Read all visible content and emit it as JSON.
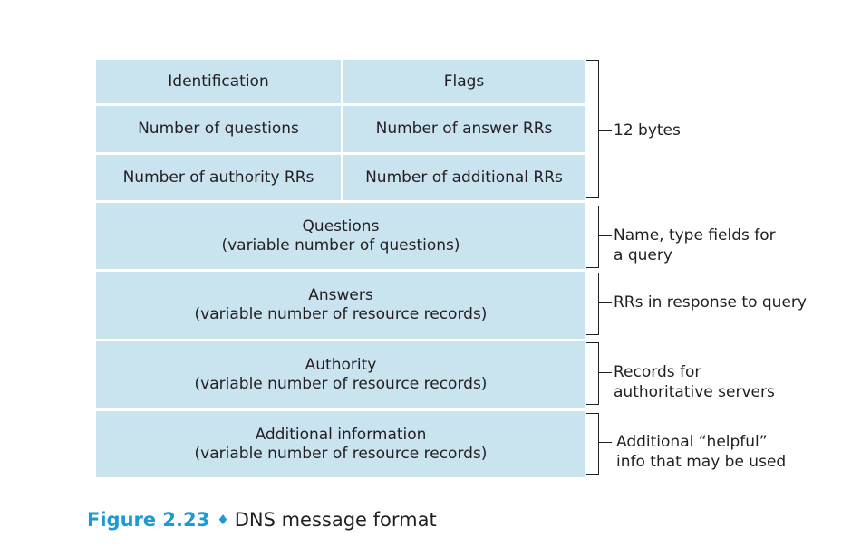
{
  "header_fields": [
    [
      "Identification",
      "Flags"
    ],
    [
      "Number of questions",
      "Number of answer RRs"
    ],
    [
      "Number of authority RRs",
      "Number of additional RRs"
    ]
  ],
  "sections": [
    {
      "title": "Questions",
      "subtitle": "(variable number of questions)"
    },
    {
      "title": "Answers",
      "subtitle": "(variable number of resource records)"
    },
    {
      "title": "Authority",
      "subtitle": "(variable number of resource records)"
    },
    {
      "title": "Additional information",
      "subtitle": "(variable number of resource records)"
    }
  ],
  "annotations": [
    {
      "lines": [
        "12 bytes"
      ]
    },
    {
      "lines": [
        "Name, type fields for",
        "a query"
      ]
    },
    {
      "lines": [
        "RRs in response to query"
      ]
    },
    {
      "lines": [
        "Records for",
        "authoritative servers"
      ]
    },
    {
      "lines": [
        "Additional “helpful”",
        "info that may be used"
      ]
    }
  ],
  "caption": {
    "figure_label": "Figure 2.23",
    "separator": "♦",
    "text": "DNS message format"
  },
  "colors": {
    "cell_fill": "#c9e3ef",
    "caption_accent": "#1b9ad6",
    "line": "#231f20"
  }
}
